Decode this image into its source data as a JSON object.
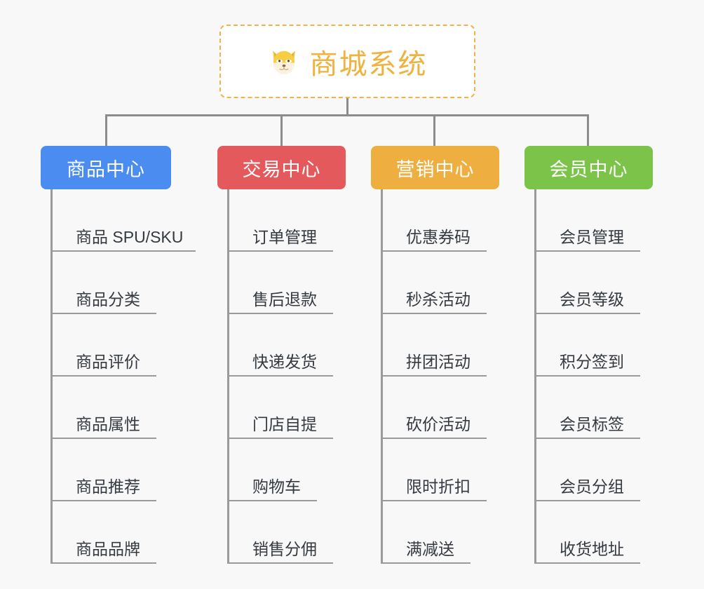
{
  "canvas": {
    "background": "#f8f8f9",
    "line_color": "#8c8c8c"
  },
  "root": {
    "title": "商城系统",
    "icon": "shiba-inu-dog-face-emoji",
    "text_color": "#eeb23f",
    "border_color": "#eeb44a",
    "background": "#ffffff"
  },
  "columns": [
    {
      "header": "商品中心",
      "color": "#4a8cf0",
      "items": [
        "商品 SPU/SKU",
        "商品分类",
        "商品评价",
        "商品属性",
        "商品推荐",
        "商品品牌"
      ]
    },
    {
      "header": "交易中心",
      "color": "#e45a5c",
      "items": [
        "订单管理",
        "售后退款",
        "快递发货",
        "门店自提",
        "购物车",
        "销售分佣"
      ]
    },
    {
      "header": "营销中心",
      "color": "#eeae40",
      "items": [
        "优惠券码",
        "秒杀活动",
        "拼团活动",
        "砍价活动",
        "限时折扣",
        "满减送"
      ]
    },
    {
      "header": "会员中心",
      "color": "#7cc34a",
      "items": [
        "会员管理",
        "会员等级",
        "积分签到",
        "会员标签",
        "会员分组",
        "收货地址"
      ]
    }
  ]
}
